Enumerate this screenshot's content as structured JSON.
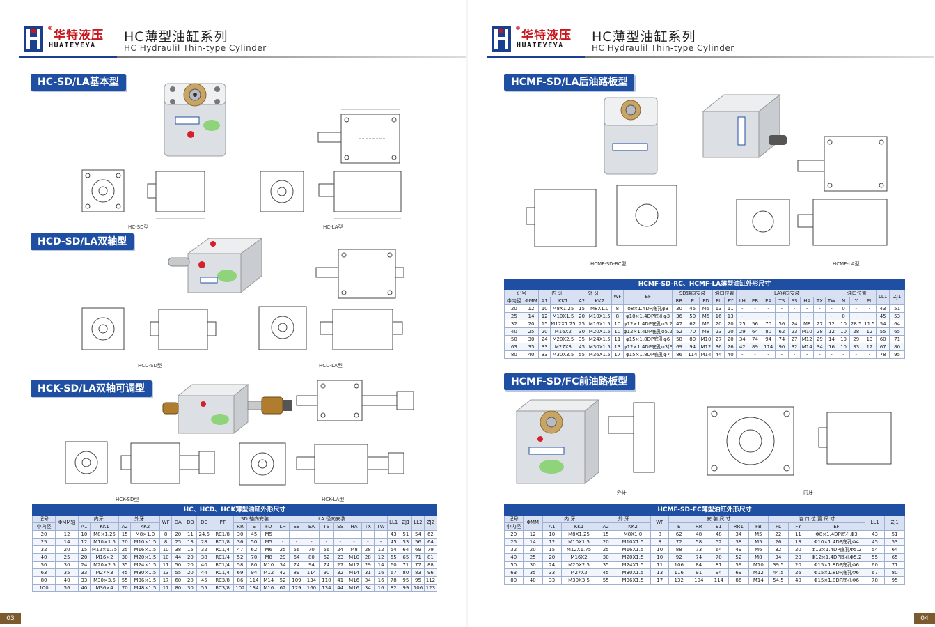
{
  "brand": {
    "cn": "华特液压",
    "en": "HUATEYEYA",
    "reg": "®"
  },
  "header": {
    "title_cn": "HC薄型油缸系列",
    "title_en": "HC Hydraulil Thin-type Cylinder"
  },
  "left": {
    "sections": {
      "s1": "HC-SD/LA基本型",
      "s2": "HCD-SD/LA双轴型",
      "s3": "HCK-SD/LA双轴可调型"
    },
    "captions": {
      "c1": "HC-SD型",
      "c2": "HC-LA型",
      "c3": "HCD-SD型",
      "c4": "HCD-LA型",
      "c5": "HCK-SD型",
      "c6": "HCK-LA型"
    },
    "table": {
      "title": "HC、HCD、HCK薄型油缸外形尺寸",
      "hdr1": {
        "c0": "记号",
        "c1": "ΦMM轴",
        "c2": "内牙",
        "c3": "外牙",
        "c4": "WF",
        "c5": "DA",
        "c6": "DB",
        "c7": "DC",
        "c8": "PT",
        "c9": "SD 轴向安装",
        "c10": "LA 径向安装",
        "c11": "LL1",
        "c12": "ZJ1",
        "c13": "LL2",
        "c14": "ZJ2"
      },
      "hdr2": [
        "中内径",
        "",
        "A1",
        "KK1",
        "A2",
        "KK2",
        "",
        "",
        "",
        "",
        "",
        "RR",
        "E",
        "FD",
        "LH",
        "EB",
        "EA",
        "TS",
        "SS",
        "HA",
        "TX",
        "TW",
        "",
        "",
        "",
        ""
      ],
      "rows": [
        [
          "20",
          "12",
          "10",
          "M8×1.25",
          "15",
          "M8×1.0",
          "8",
          "20",
          "11",
          "24.5",
          "RC1/8",
          "30",
          "45",
          "M5",
          "-",
          "-",
          "-",
          "-",
          "-",
          "-",
          "-",
          "-",
          "43",
          "51",
          "54",
          "62"
        ],
        [
          "25",
          "14",
          "12",
          "M10×1.5",
          "20",
          "M10×1.5",
          "8",
          "25",
          "13",
          "28",
          "RC1/8",
          "36",
          "50",
          "M5",
          "-",
          "-",
          "-",
          "-",
          "-",
          "-",
          "-",
          "-",
          "45",
          "53",
          "56",
          "64"
        ],
        [
          "32",
          "20",
          "15",
          "M12×1.75",
          "25",
          "M16×1.5",
          "10",
          "38",
          "15",
          "32",
          "RC1/4",
          "47",
          "62",
          "M6",
          "25",
          "56",
          "70",
          "56",
          "24",
          "M8",
          "28",
          "12",
          "54",
          "64",
          "69",
          "79"
        ],
        [
          "40",
          "25",
          "20",
          "M16×2",
          "30",
          "M20×1.5",
          "10",
          "44",
          "20",
          "38",
          "RC1/4",
          "52",
          "70",
          "M8",
          "29",
          "64",
          "80",
          "62",
          "23",
          "M10",
          "28",
          "12",
          "55",
          "65",
          "71",
          "81"
        ],
        [
          "50",
          "30",
          "24",
          "M20×2.5",
          "35",
          "M24×1.5",
          "11",
          "50",
          "20",
          "40",
          "RC1/4",
          "58",
          "80",
          "M10",
          "34",
          "74",
          "94",
          "74",
          "27",
          "M12",
          "29",
          "14",
          "60",
          "71",
          "77",
          "88"
        ],
        [
          "63",
          "35",
          "33",
          "M27×3",
          "45",
          "M30×1.5",
          "13",
          "55",
          "20",
          "44",
          "RC1/4",
          "69",
          "94",
          "M12",
          "42",
          "89",
          "114",
          "90",
          "32",
          "M14",
          "31",
          "16",
          "67",
          "80",
          "83",
          "96"
        ],
        [
          "80",
          "40",
          "33",
          "M30×3.5",
          "55",
          "M36×1.5",
          "17",
          "60",
          "20",
          "45",
          "RC3/8",
          "86",
          "114",
          "M14",
          "52",
          "109",
          "134",
          "110",
          "41",
          "M16",
          "34",
          "16",
          "78",
          "95",
          "95",
          "112"
        ],
        [
          "100",
          "56",
          "40",
          "M36×4",
          "70",
          "M48×1.5",
          "17",
          "80",
          "30",
          "55",
          "RC3/8",
          "102",
          "134",
          "M16",
          "62",
          "129",
          "160",
          "134",
          "44",
          "M16",
          "34",
          "16",
          "82",
          "99",
          "106",
          "123"
        ]
      ]
    },
    "page_num": "03"
  },
  "right": {
    "sections": {
      "s1": "HCMF-SD/LA后油路板型",
      "s2": "HCMF-SD/FC前油路板型"
    },
    "captions": {
      "c1": "HCMF-SD-RC型",
      "c2": "HCMF-LA型",
      "c3": "外牙",
      "c4": "内牙"
    },
    "table1": {
      "title": "HCMF-SD-RC、HCMF-LA薄型油缸外形尺寸",
      "hdr1": {
        "c0": "记号",
        "c1": "内 牙",
        "c2": "外 牙",
        "c3": "WF",
        "c4": "EF",
        "c5": "SD轴向安装",
        "c6": "油口位置",
        "c7": "LA径向安装",
        "c8": "油口位置",
        "c9": "LL1",
        "c10": "ZJ1"
      },
      "hdr2": [
        "中内径",
        "ΦMM",
        "A1",
        "KK1",
        "A2",
        "KK2",
        "",
        "",
        "RR",
        "E",
        "FD",
        "FL",
        "FY",
        "LH",
        "EB",
        "EA",
        "TS",
        "SS",
        "HA",
        "TX",
        "TW",
        "N",
        "Y",
        "PL",
        "",
        ""
      ],
      "rows": [
        [
          "20",
          "12",
          "10",
          "M8X1.25",
          "15",
          "M8X1.0",
          "8",
          "φ8×1.4DP底孔φ3",
          "30",
          "45",
          "M5",
          "13",
          "11",
          "-",
          "-",
          "-",
          "-",
          "-",
          "-",
          "-",
          "-",
          "0",
          "-",
          "-",
          "43",
          "51"
        ],
        [
          "25",
          "14",
          "12",
          "M10X1.5",
          "20",
          "M10X1.5",
          "8",
          "φ10×1.4DP底孔φ3",
          "36",
          "50",
          "M5",
          "16",
          "13",
          "-",
          "-",
          "-",
          "-",
          "-",
          "-",
          "-",
          "-",
          "0",
          "-",
          "-",
          "45",
          "53"
        ],
        [
          "32",
          "20",
          "15",
          "M12X1.75",
          "25",
          "M16X1.5",
          "10",
          "φ12×1.4DP底孔φ5.2",
          "47",
          "62",
          "M6",
          "20",
          "20",
          "25",
          "56",
          "70",
          "56",
          "24",
          "M8",
          "27",
          "12",
          "10",
          "28.5",
          "11.5",
          "54",
          "64"
        ],
        [
          "40",
          "25",
          "20",
          "M16X2",
          "30",
          "M20X1.5",
          "10",
          "φ12×1.4DP底孔φ5.2",
          "52",
          "70",
          "M8",
          "23",
          "20",
          "29",
          "64",
          "80",
          "62",
          "23",
          "M10",
          "28",
          "12",
          "10",
          "28",
          "12",
          "55",
          "65"
        ],
        [
          "50",
          "30",
          "24",
          "M20X2.5",
          "35",
          "M24X1.5",
          "11",
          "φ15×1.8DP底孔φ6",
          "58",
          "80",
          "M10",
          "27",
          "20",
          "34",
          "74",
          "94",
          "74",
          "27",
          "M12",
          "29",
          "14",
          "10",
          "29",
          "13",
          "60",
          "71"
        ],
        [
          "63",
          "35",
          "33",
          "M27X3",
          "45",
          "M30X1.5",
          "13",
          "φ12×1.4DP底孔φ3(SD) φ15×1.8DP底孔φ7(LA)",
          "69",
          "94",
          "M12",
          "36",
          "26",
          "42",
          "89",
          "114",
          "90",
          "32",
          "M14",
          "34",
          "16",
          "10",
          "33",
          "12",
          "67",
          "80"
        ],
        [
          "80",
          "40",
          "33",
          "M30X3.5",
          "55",
          "M36X1.5",
          "17",
          "φ15×1.8DP底孔φ7",
          "86",
          "114",
          "M14",
          "44",
          "40",
          "-",
          "-",
          "-",
          "-",
          "-",
          "-",
          "-",
          "-",
          "-",
          "-",
          "-",
          "78",
          "95"
        ]
      ]
    },
    "table2": {
      "title": "HCMF-SD-FC薄型油缸外形尺寸",
      "hdr1": {
        "c0": "记号",
        "c1": "ΦMM",
        "c2": "内 牙",
        "c3": "外 牙",
        "c4": "WF",
        "c5": "安 装 尺 寸",
        "c6": "油 口 位 置 尺 寸",
        "c7": "LL1",
        "c8": "ZJ1"
      },
      "hdr2": [
        "中内径",
        "",
        "A1",
        "KK1",
        "A2",
        "KK2",
        "",
        "E",
        "RR",
        "E1",
        "RR1",
        "FB",
        "FL",
        "FY",
        "EF",
        "",
        ""
      ],
      "rows": [
        [
          "20",
          "12",
          "10",
          "M8X1.25",
          "15",
          "M8X1.0",
          "8",
          "62",
          "48",
          "48",
          "34",
          "M5",
          "22",
          "11",
          "Φ8×1.4DP底孔Φ3",
          "43",
          "51"
        ],
        [
          "25",
          "14",
          "12",
          "M10X1.5",
          "20",
          "M10X1.5",
          "8",
          "72",
          "58",
          "52",
          "38",
          "M5",
          "26",
          "13",
          "Φ10×1.4DP底孔Φ4",
          "45",
          "53"
        ],
        [
          "32",
          "20",
          "15",
          "M12X1.75",
          "25",
          "M16X1.5",
          "10",
          "88",
          "73",
          "64",
          "49",
          "M6",
          "32",
          "20",
          "Φ12×1.4DP底孔Φ5.2",
          "54",
          "64"
        ],
        [
          "40",
          "25",
          "20",
          "M16X2",
          "30",
          "M20X1.5",
          "10",
          "92",
          "74",
          "70",
          "52",
          "M8",
          "34",
          "20",
          "Φ12×1.4DP底孔Φ5.2",
          "55",
          "65"
        ],
        [
          "50",
          "30",
          "24",
          "M20X2.5",
          "35",
          "M24X1.5",
          "11",
          "106",
          "84",
          "81",
          "59",
          "M10",
          "39.5",
          "20",
          "Φ15×1.8DP底孔Φ6",
          "60",
          "71"
        ],
        [
          "63",
          "35",
          "33",
          "M27X3",
          "45",
          "M30X1.5",
          "13",
          "116",
          "91",
          "94",
          "69",
          "M12",
          "44.5",
          "26",
          "Φ15×1.8DP底孔Φ6",
          "67",
          "80"
        ],
        [
          "80",
          "40",
          "33",
          "M30X3.5",
          "55",
          "M36X1.5",
          "17",
          "132",
          "104",
          "114",
          "86",
          "M14",
          "54.5",
          "40",
          "Φ15×1.8DP底孔Φ6",
          "78",
          "95"
        ]
      ]
    },
    "page_num": "04"
  }
}
